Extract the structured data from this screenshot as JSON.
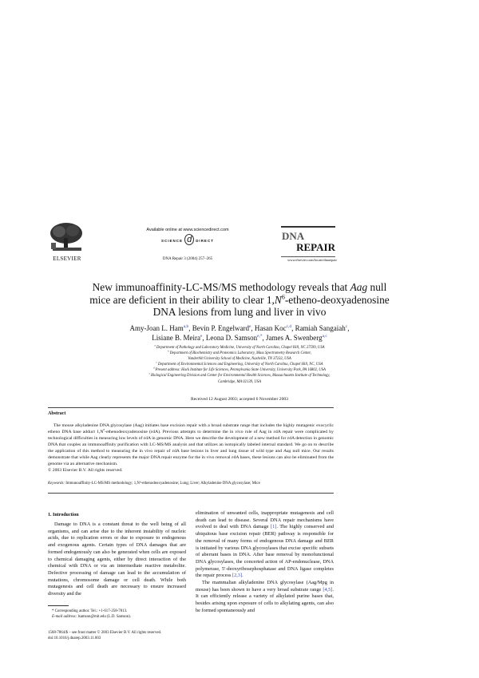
{
  "header": {
    "publisher": "ELSEVIER",
    "available_online": "Available online at www.sciencedirect.com",
    "sciencedirect_logo": [
      "SCIENCE",
      "d",
      "DIRECT"
    ],
    "citation": "DNA Repair 3 (2004) 257–265",
    "journal_name_line1": "DNA",
    "journal_name_line2": "REPAIR",
    "journal_url": "www.elsevier.com/locate/dnarepair"
  },
  "title": {
    "line1_pre": "New immunoaffinity-LC-MS/MS methodology reveals that ",
    "line1_italic": "Aag",
    "line1_post": " null",
    "line2_pre": "mice are deficient in their ability to clear 1,",
    "line2_italic": "N",
    "line2_sup": "6",
    "line2_post": "-etheno-deoxyadenosine",
    "line3": "DNA lesions from lung and liver in vivo"
  },
  "authors": [
    {
      "name": "Amy-Joan L. Ham",
      "sup": "a,b"
    },
    {
      "name": "Bevin P. Engelward",
      "sup": "e"
    },
    {
      "name": "Hasan Koc",
      "sup": "c,d"
    },
    {
      "name": "Ramiah Sangaiah",
      "sup": "c"
    },
    {
      "name": "Lisiane B. Meira",
      "sup": "e"
    },
    {
      "name": "Leona D. Samson",
      "sup": "e,*"
    },
    {
      "name": "James A. Swenberg",
      "sup": "a,c"
    }
  ],
  "affiliations": [
    {
      "mark": "a",
      "text": "Department of Pathology and Laboratory Medicine, University of North Carolina, Chapel Hill, NC 27599, USA"
    },
    {
      "mark": "b",
      "text": "Department of Biochemistry and Proteomics Laboratory, Mass Spectrometry Research Center,"
    },
    {
      "mark": "",
      "text": "Vanderbilt University School of Medicine, Nashville, TN 37232, USA"
    },
    {
      "mark": "c",
      "text": "Department of Environmental Sciences and Engineering, University of North Carolina, Chapel Hill, NC, USA"
    },
    {
      "mark": "d",
      "text": "Present address: Huck Institute for Life Sciences, Pennsylvania State University, University Park, PA 16802, USA"
    },
    {
      "mark": "e",
      "text": "Biological Engineering Division and Center for Environmental Health Sciences, Massachusetts Institute of Technology,"
    },
    {
      "mark": "",
      "text": "Cambridge, MA 02139, USA"
    }
  ],
  "received": "Received 12 August 2003; accepted 6 November 2003",
  "abstract": {
    "heading": "Abstract",
    "text_1": "The mouse alkyladenine DNA glycosylase (Aag) initiates base excision repair with a broad substrate range that includes the highly mutagenic exocyclic etheno DNA base adduct 1,N",
    "text_sup": "6",
    "text_2": "-ethenodeoxyadenosine (εdA). Previous attempts to determine the in vivo role of Aag in εdA repair were complicated by technological difficulties in measuring low levels of εdA in genomic DNA. Here we describe the development of a new method for εdA detection in genomic DNA that couples an immunoaffinity purification with LC-MS/MS analysis and that utilizes an isotopically labeled internal standard. We go on to describe the application of this method to measuring the in vivo repair of εdA base lesions in liver and lung tissue of wild type and ",
    "text_italic": "Aag",
    "text_3": " null mice. Our results demonstrate that while Aag clearly represents the major DNA repair enzyme for the in vivo removal εdA bases, these lesions can also be eliminated from the genome via an alternative mechanism.",
    "copyright": "© 2003 Elsevier B.V. All rights reserved."
  },
  "keywords": {
    "label": "Keywords:",
    "text": "Immunoaffinity-LC-MS/MS methodology; 1,N⁶-ethenodeoxyadenosine; Lung; Liver; Alkyladenine DNA glycosylase; Mice"
  },
  "intro": {
    "heading": "1.  Introduction",
    "left_para": "Damage to DNA is a constant threat to the well being of all organisms, and can arise due to the inherent instability of nucleic acids, due to replication errors or due to exposure to endogenous and exogenous agents. Certain types of DNA damages that are formed endogenously can also be generated when cells are exposed to chemical damaging agents, either by direct interaction of the chemical with DNA or via an intermediate reactive metabolite. Defective processing of damage can lead to the accumulation of mutations, chromosome damage or cell death. While both mutagenesis and cell death are necessary to ensure increased diversity and the",
    "right_para1_a": "elimination of unwanted cells, inappropriate mutagenesis and cell death can lead to disease. Several DNA repair mechanisms have evolved to deal with DNA damage ",
    "right_para1_ref1": "[1]",
    "right_para1_b": ". The highly conserved and ubiquitous base excision repair (BER) pathway is responsible for the removal of many forms of endogenous DNA damage and BER is initiated by various DNA glycosylases that excise specific subsets of aberrant bases in DNA. After base removal by monofunctional DNA glycosylases, the concerted action of AP-endonuclease, DNA polymerase, 5′-deoxyribosephosphatase and DNA ligase completes the repair process ",
    "right_para1_ref2": "[2,3]",
    "right_para1_c": ".",
    "right_para2_a": "The mammalian alkyladenine DNA glycosylase (Aag/Mpg in mouse) has been shown to have a very broad substrate range ",
    "right_para2_ref": "[4,5]",
    "right_para2_b": ". It can efficiently release a variety of alkylated purine bases that, besides arising upon exposure of cells to alkylating agents, can also be formed spontaneously and"
  },
  "footnotes": {
    "corresponding": "* Corresponding author. Tel.: +1-617-258-7813.",
    "email_label": "E-mail address:",
    "email": "lsamson@mit.edu (L.D. Samson).",
    "issn": "1568-7864/$ – see front matter © 2003 Elsevier B.V. All rights reserved.",
    "doi": "doi:10.1016/j.dnarep.2003.11.003"
  }
}
